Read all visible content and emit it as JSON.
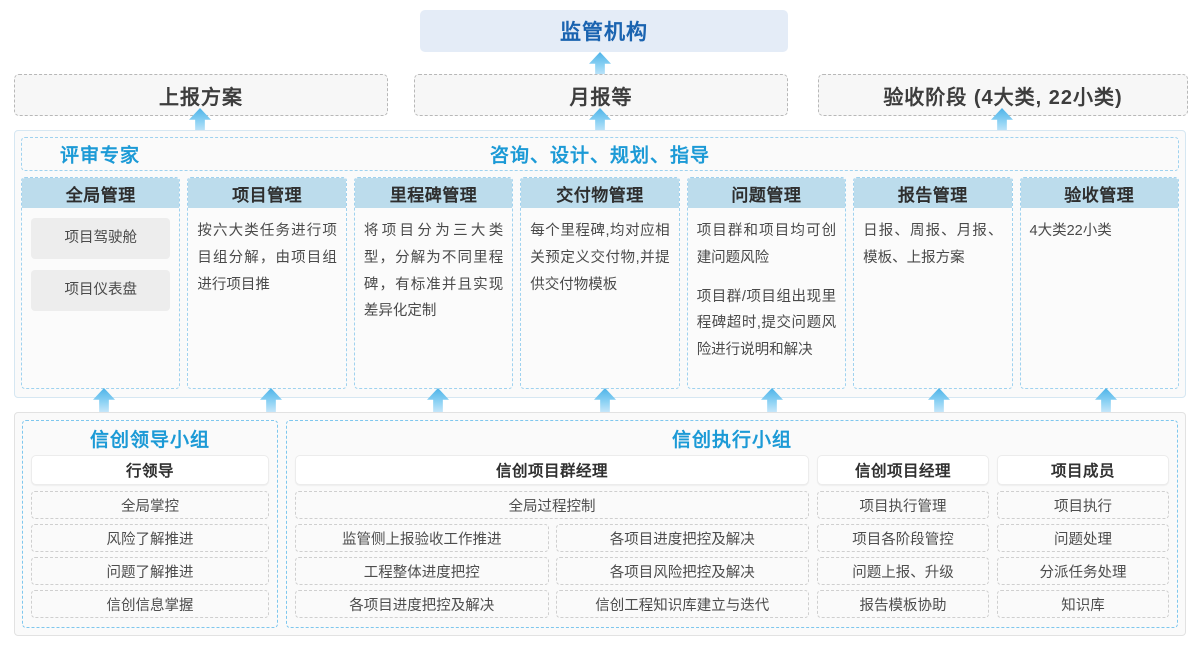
{
  "top": {
    "regulator": "监管机构",
    "boxes": [
      {
        "label": "上报方案"
      },
      {
        "label": "月报等"
      },
      {
        "label": "验收阶段 (4大类, 22小类)"
      }
    ]
  },
  "middle": {
    "role_left": "评审专家",
    "role_right": "咨询、设计、规划、指导",
    "columns": [
      {
        "header": "全局管理",
        "pills": [
          "项目驾驶舱",
          "项目仪表盘"
        ],
        "paragraphs": []
      },
      {
        "header": "项目管理",
        "pills": [],
        "paragraphs": [
          "按六大类任务进行项目组分解，由项目组进行项目推"
        ]
      },
      {
        "header": "里程碑管理",
        "pills": [],
        "paragraphs": [
          "将项目分为三大类型，分解为不同里程碑，有标准并且实现差异化定制"
        ]
      },
      {
        "header": "交付物管理",
        "pills": [],
        "paragraphs": [
          "每个里程碑,均对应相关预定义交付物,并提供交付物模板"
        ]
      },
      {
        "header": "问题管理",
        "pills": [],
        "paragraphs": [
          "项目群和项目均可创建问题风险",
          "项目群/项目组出现里程碑超时,提交问题风险进行说明和解决"
        ]
      },
      {
        "header": "报告管理",
        "pills": [],
        "paragraphs": [
          "日报、周报、月报、模板、上报方案"
        ]
      },
      {
        "header": "验收管理",
        "pills": [],
        "paragraphs": [
          "4大类22小类"
        ]
      }
    ]
  },
  "bottom": {
    "leader_group": {
      "title": "信创领导小组",
      "subcolumn": {
        "header": "行领导",
        "items": [
          "全局掌控",
          "风险了解推进",
          "问题了解推进",
          "信创信息掌握"
        ]
      }
    },
    "exec_group": {
      "title": "信创执行小组",
      "program_manager": {
        "header": "信创项目群经理",
        "full_item": "全局过程控制",
        "left_items": [
          "监管侧上报验收工作推进",
          "工程整体进度把控",
          "各项目进度把控及解决"
        ],
        "right_items": [
          "各项目进度把控及解决",
          "各项目风险把控及解决",
          "信创工程知识库建立与迭代"
        ]
      },
      "project_manager": {
        "header": "信创项目经理",
        "items": [
          "项目执行管理",
          "项目各阶段管控",
          "问题上报、升级",
          "报告模板协助"
        ]
      },
      "project_member": {
        "header": "项目成员",
        "items": [
          "项目执行",
          "问题处理",
          "分派任务处理",
          "知识库"
        ]
      }
    }
  },
  "colors": {
    "accent_blue": "#1c9ad6",
    "header_blue": "#bcdcec",
    "regulator_bg": "#e4ecf7",
    "regulator_text": "#1a63b0",
    "arrow_blue": "#4db3e8"
  }
}
